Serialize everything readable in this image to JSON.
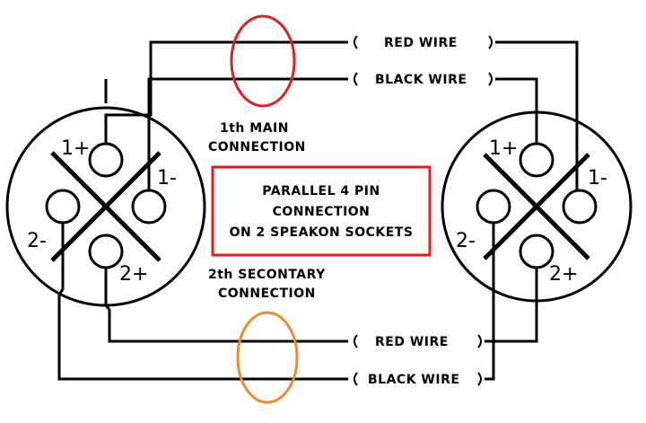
{
  "wires": {
    "main_red": "RED WIRE",
    "main_black": "BLACK WIRE",
    "secondary_red": "RED WIRE",
    "secondary_black": "BLACK WIRE"
  },
  "main_connection": [
    "1th  MAIN",
    "CONNECTION"
  ],
  "secondary_connection": [
    "2th SECONTARY",
    "CONNECTION"
  ],
  "center_box": [
    "PARALLEL 4 PIN",
    "CONNECTION",
    "ON 2 SPEAKON SOCKETS"
  ],
  "left_socket": {
    "pins": {
      "p1plus": "1+",
      "p1minus": "1-",
      "p2minus": "2-",
      "p2plus": "2+"
    }
  },
  "right_socket": {
    "pins": {
      "p1plus": "1+",
      "p1minus": "1-",
      "p2minus": "2-",
      "p2plus": "2+"
    }
  },
  "colors": {
    "main_highlight": "#d9232a",
    "secondary_highlight": "#f08a2c",
    "box_border": "#e0201d",
    "line": "#000000"
  }
}
